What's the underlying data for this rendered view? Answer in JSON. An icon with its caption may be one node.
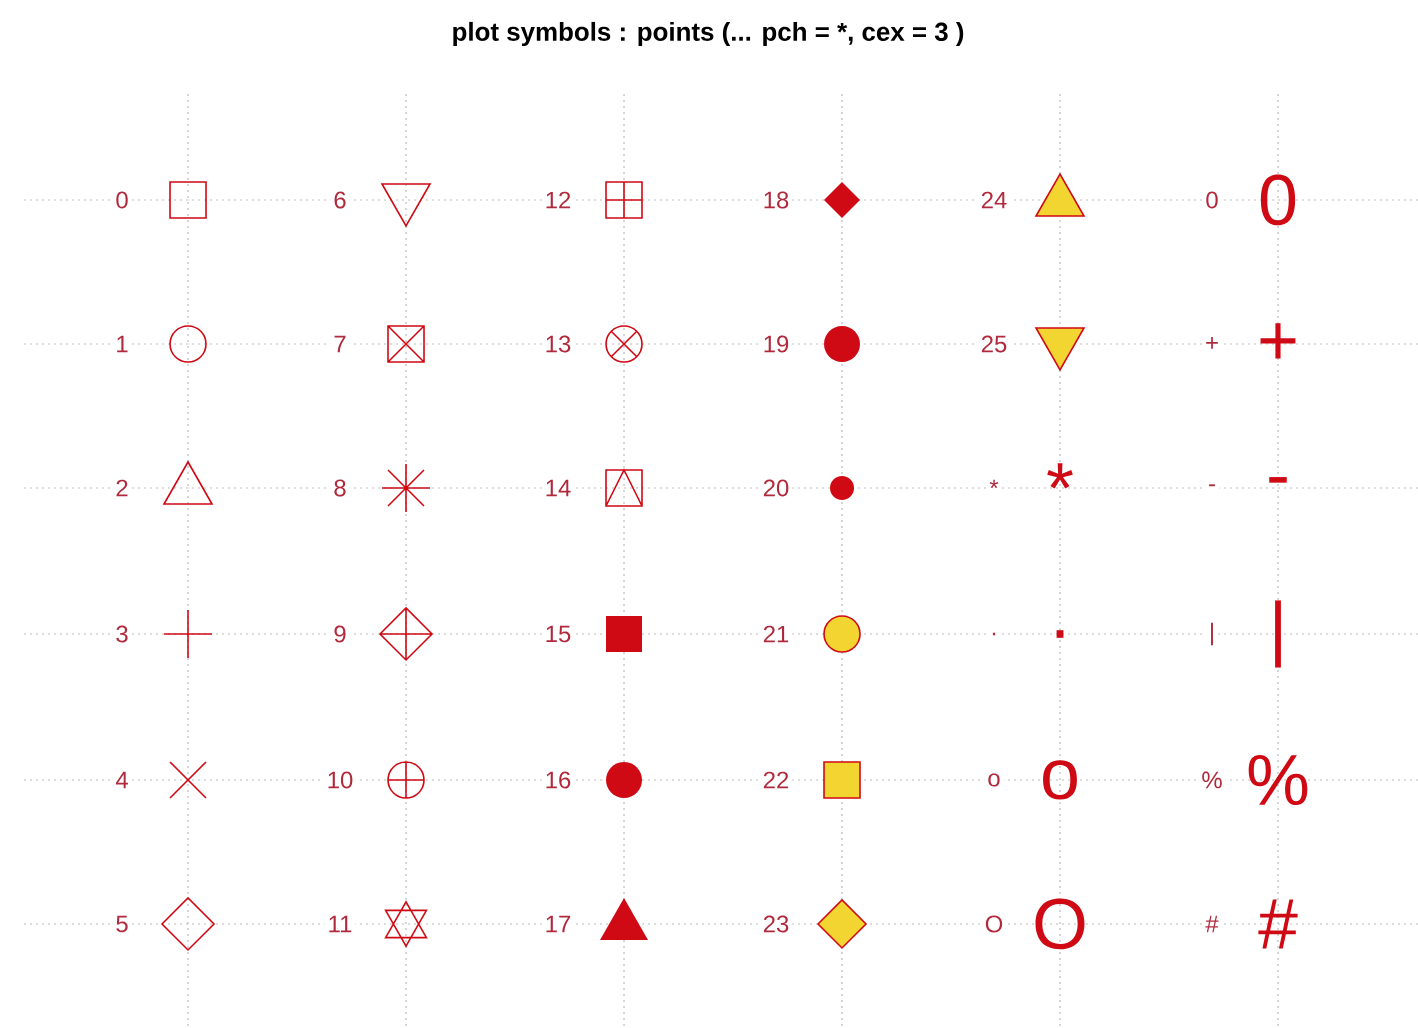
{
  "diagram": {
    "title": "plot symbols :  points (...  pch = *, cex = 3 )",
    "labels": [
      "0",
      "6",
      "12",
      "18",
      "24",
      "0",
      "0",
      "1",
      "7",
      "13",
      "19",
      "25",
      "+",
      "+",
      "2",
      "8",
      "14",
      "20",
      "*",
      "*",
      "-",
      "-",
      "3",
      "9",
      "15",
      "21",
      ".",
      ".",
      "|",
      "|",
      "4",
      "10",
      "16",
      "22",
      "o",
      "o",
      "%",
      "%",
      "5",
      "11",
      "17",
      "23",
      "O",
      "O",
      "#",
      "#"
    ]
  }
}
